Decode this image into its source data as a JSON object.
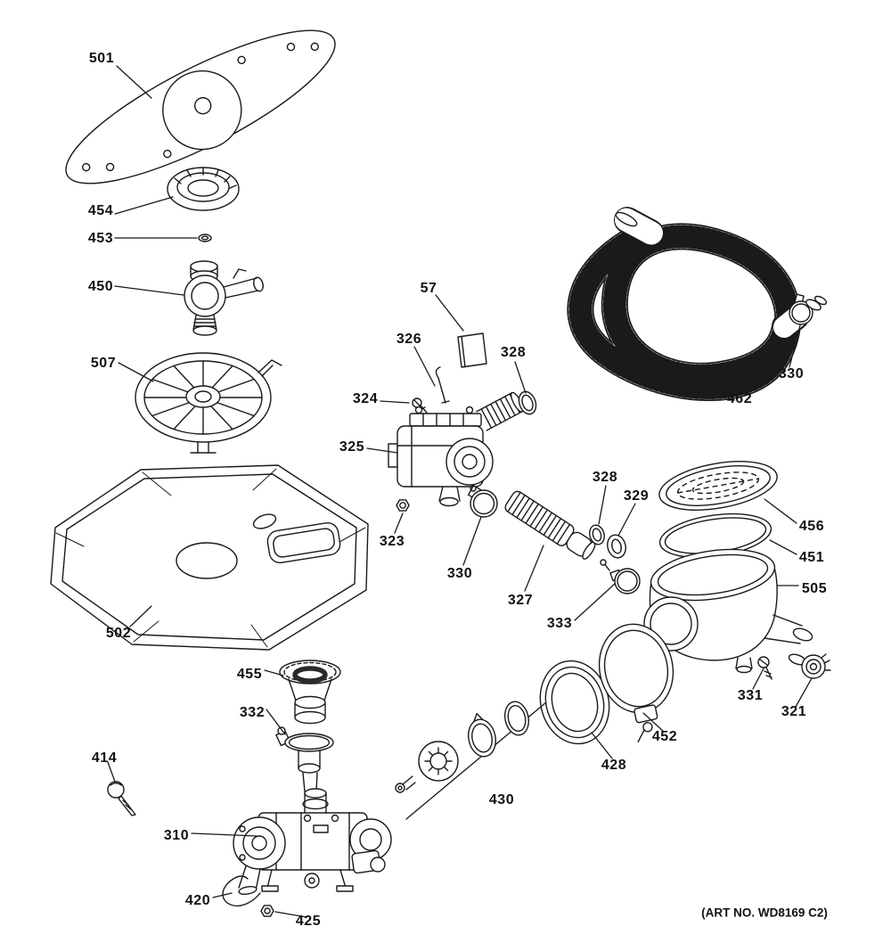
{
  "diagram": {
    "art_no": "(ART NO. WD8169 C2)"
  },
  "callouts": {
    "c501": {
      "text": "501"
    },
    "c454": {
      "text": "454"
    },
    "c453": {
      "text": "453"
    },
    "c450": {
      "text": "450"
    },
    "c507": {
      "text": "507"
    },
    "c502": {
      "text": "502"
    },
    "c57": {
      "text": "57"
    },
    "c326": {
      "text": "326"
    },
    "c324": {
      "text": "324"
    },
    "c325": {
      "text": "325"
    },
    "c323": {
      "text": "323"
    },
    "c330_left": {
      "text": "330"
    },
    "c327": {
      "text": "327"
    },
    "c328_upper": {
      "text": "328"
    },
    "c328_lower": {
      "text": "328"
    },
    "c329": {
      "text": "329"
    },
    "c333": {
      "text": "333"
    },
    "c456": {
      "text": "456"
    },
    "c451": {
      "text": "451"
    },
    "c505": {
      "text": "505"
    },
    "c331": {
      "text": "331"
    },
    "c321": {
      "text": "321"
    },
    "c462": {
      "text": "462"
    },
    "c330_right": {
      "text": "330"
    },
    "c428": {
      "text": "428"
    },
    "c452": {
      "text": "452"
    },
    "c430": {
      "text": "430"
    },
    "c455": {
      "text": "455"
    },
    "c332": {
      "text": "332"
    },
    "c414": {
      "text": "414"
    },
    "c310": {
      "text": "310"
    },
    "c420": {
      "text": "420"
    },
    "c425": {
      "text": "425"
    }
  }
}
